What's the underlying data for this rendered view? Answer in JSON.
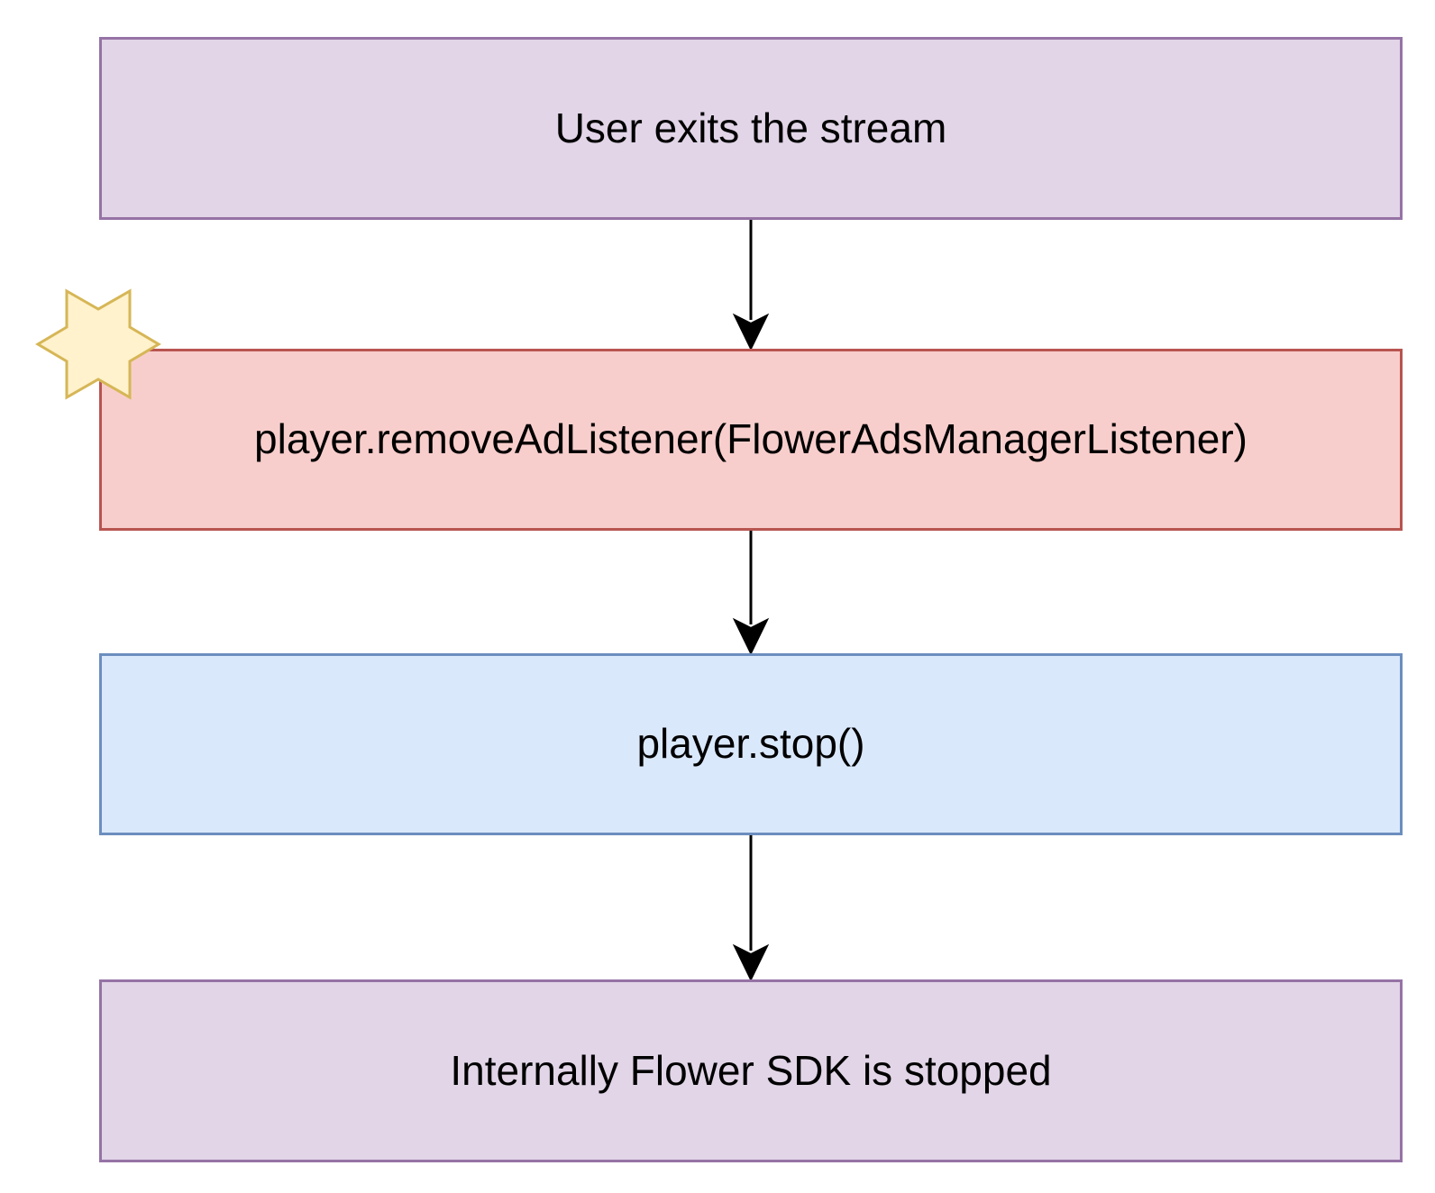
{
  "colors": {
    "background": "#ffffff",
    "purple_fill": "#e1d5e7",
    "purple_stroke": "#9673a6",
    "red_fill": "#f8cecc",
    "red_stroke": "#b85450",
    "blue_fill": "#dae8fc",
    "blue_stroke": "#6c8ebf",
    "star_fill": "#fff2cc",
    "star_stroke": "#d6b656",
    "edge": "#000000"
  },
  "diagram": {
    "nodes": [
      {
        "id": "user-exits",
        "label": "User exits the stream",
        "fill": "#e1d5e7",
        "stroke": "#9673a6"
      },
      {
        "id": "remove-listener",
        "label": "player.removeAdListener(FlowerAdsManagerListener)",
        "fill": "#f8cecc",
        "stroke": "#b85450",
        "marker": "star-icon"
      },
      {
        "id": "player-stop",
        "label": "player.stop()",
        "fill": "#dae8fc",
        "stroke": "#6c8ebf"
      },
      {
        "id": "sdk-stopped",
        "label": "Internally Flower SDK is stopped",
        "fill": "#e1d5e7",
        "stroke": "#9673a6"
      }
    ],
    "edges": [
      {
        "from": "user-exits",
        "to": "remove-listener"
      },
      {
        "from": "remove-listener",
        "to": "player-stop"
      },
      {
        "from": "player-stop",
        "to": "sdk-stopped"
      }
    ]
  }
}
